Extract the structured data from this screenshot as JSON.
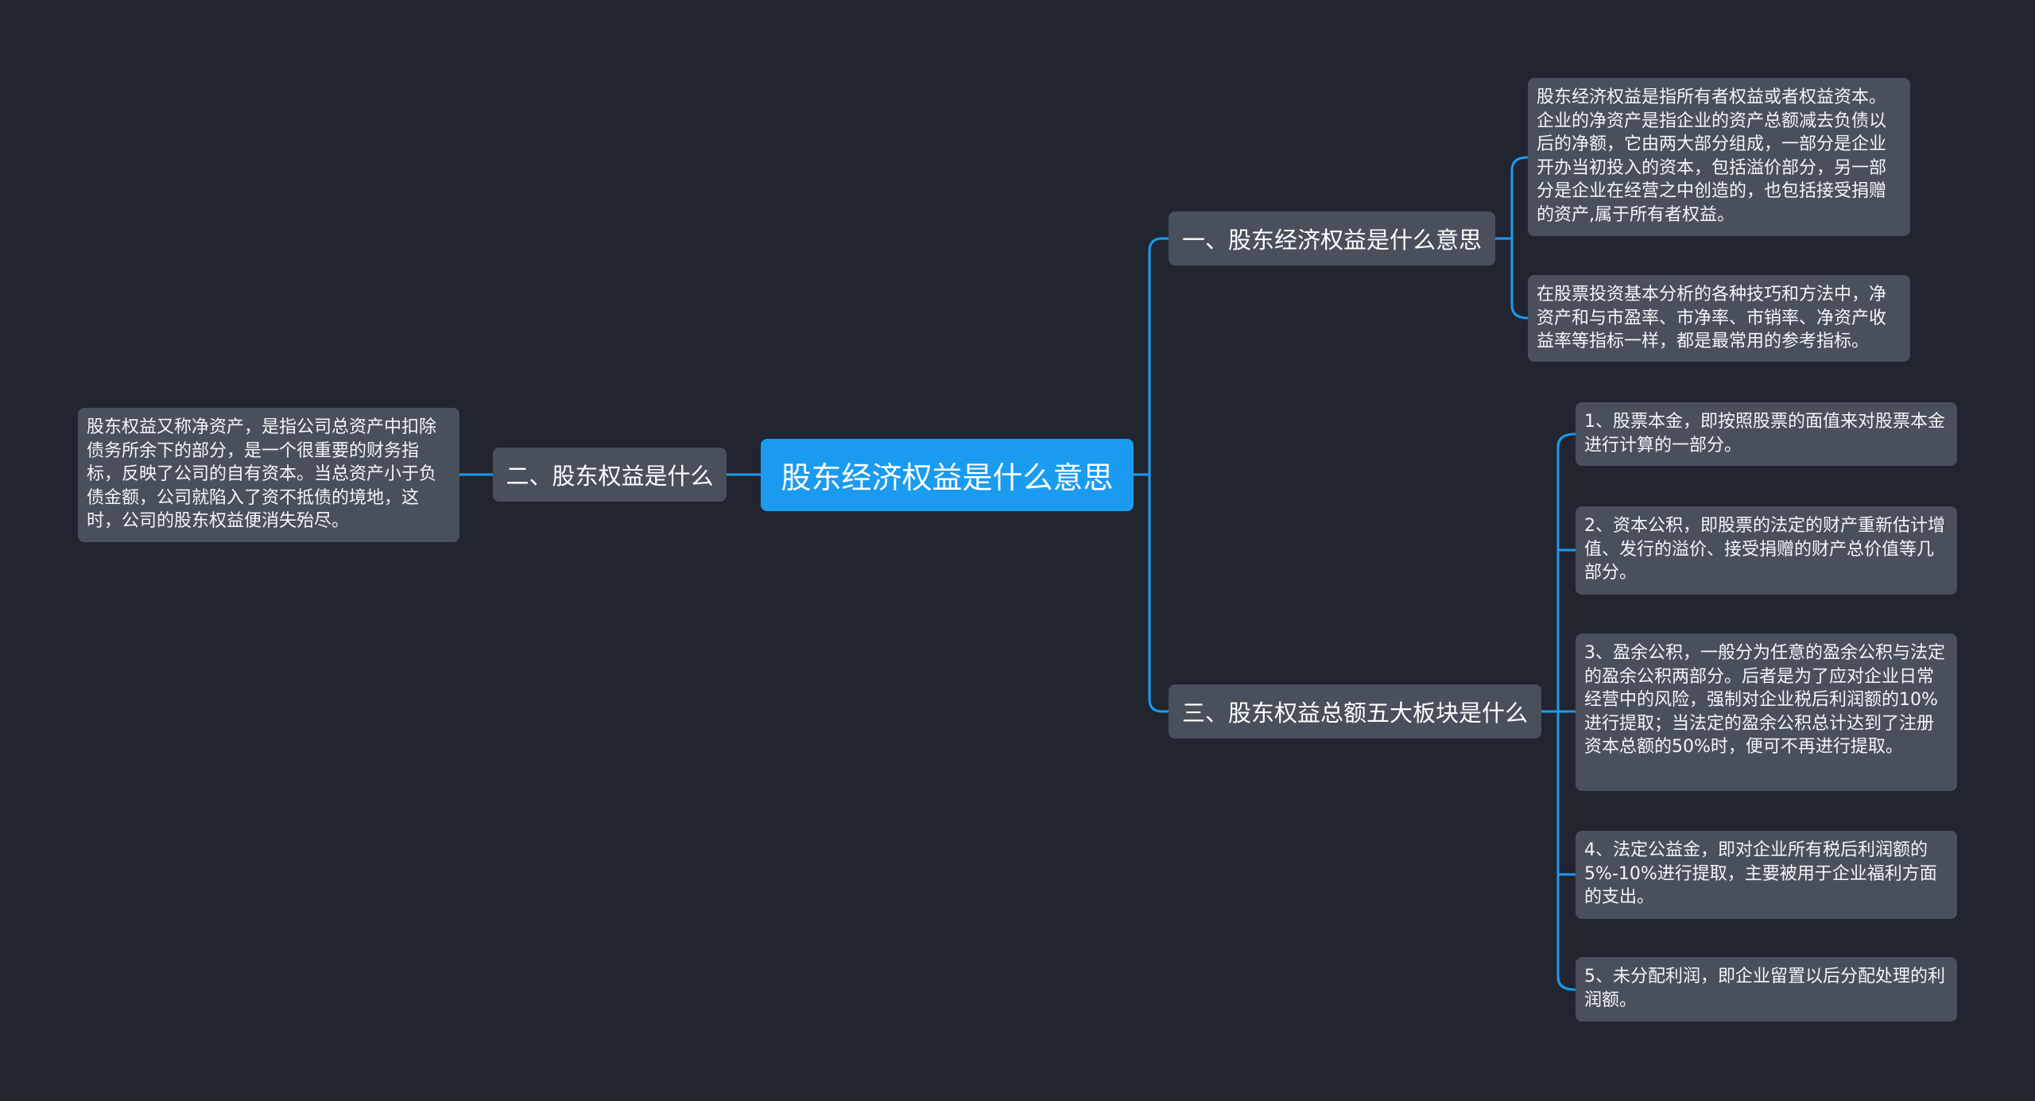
{
  "colors": {
    "background": "#21252f",
    "root_fill": "#1a9bf0",
    "node_fill": "#4a4f5c",
    "connector": "#1a9bf0",
    "text": "#ffffff"
  },
  "mindmap": {
    "root": "股东经济权益是什么意思",
    "branches": [
      {
        "label": "一、股东经济权益是什么意思",
        "children": [
          "股东经济权益是指所有者权益或者权益资本。企业的净资产是指企业的资产总额减去负债以后的净额，它由两大部分组成，一部分是企业开办当初投入的资本，包括溢价部分，另一部分是企业在经营之中创造的，也包括接受捐赠的资产,属于所有者权益。",
          "在股票投资基本分析的各种技巧和方法中，净资产和与市盈率、市净率、市销率、净资产收益率等指标一样，都是最常用的参考指标。"
        ]
      },
      {
        "label": "二、股东权益是什么",
        "children": [
          "股东权益又称净资产，是指公司总资产中扣除债务所余下的部分，是一个很重要的财务指标，反映了公司的自有资本。当总资产小于负债金额，公司就陷入了资不抵债的境地，这时，公司的股东权益便消失殆尽。"
        ]
      },
      {
        "label": "三、股东权益总额五大板块是什么",
        "children": [
          "1、股票本金，即按照股票的面值来对股票本金进行计算的一部分。",
          "2、资本公积，即股票的法定的财产重新估计增值、发行的溢价、接受捐赠的财产总价值等几部分。",
          "3、盈余公积，一般分为任意的盈余公积与法定的盈余公积两部分。后者是为了应对企业日常经营中的风险，强制对企业税后利润额的10%进行提取；当法定的盈余公积总计达到了注册资本总额的50%时，便可不再进行提取。",
          "4、法定公益金，即对企业所有税后利润额的5%-10%进行提取，主要被用于企业福利方面的支出。",
          "5、未分配利润，即企业留置以后分配处理的利润额。"
        ]
      }
    ]
  }
}
